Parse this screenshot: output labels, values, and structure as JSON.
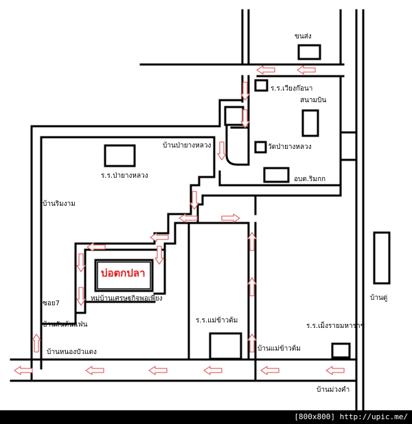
{
  "colors": {
    "road": "#000000",
    "arrow": "#e36a6a",
    "highlight": "#e31b1b"
  },
  "labels": {
    "khon_song": "ขนส่ง",
    "rr_wiang_kaena": "ร.ร.เวียงก๊อนา",
    "sanam_bin": "สนามบิน",
    "ban_pa_yang_luang": "บ้านป่ายางหลวง",
    "wat_pa_yang_luang": "วัดป่ายางหลวง",
    "rr_pa_yang_luang": "ร.ร.ป่ายางหลวง",
    "obt_rim_kok": "อบต.ริมกก",
    "ban_rim_ngam": "บ้านริมงาม",
    "bo_tok_pla": "บ่อตกปลา",
    "soi7": "ซอย7",
    "muban_setthakit": "หมู่บ้านเศรษฐกิจพอเพียง",
    "ban_du": "บ้านดู่",
    "ban_san_ton_faen": "บ้านสันต้นแฟ่น",
    "rr_mae_khao_tom": "ร.ร.แม่ข้าวต้ม",
    "rr_mengrai": "ร.ร.เม็งรายมหาราช",
    "ban_nong_bua_daeng": "บ้านหนองบัวแดง",
    "ban_mae_khao_tom": "บ้านแม่ข้าวต้ม",
    "ban_muang_kham": "บ้านม่วงคำ"
  },
  "footer": {
    "text": "[800x800] http://upic.me/"
  }
}
